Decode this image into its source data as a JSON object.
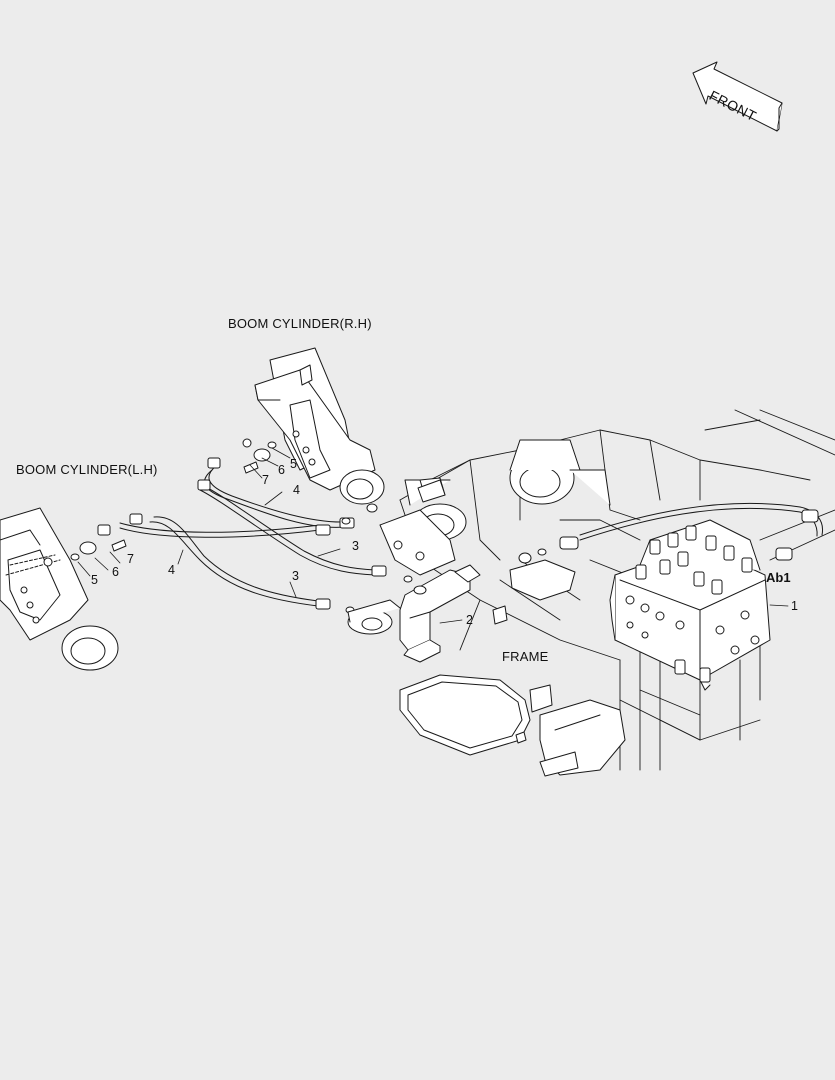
{
  "labels": {
    "front": "FRONT",
    "boom_cylinder_rh": "BOOM CYLINDER(R.H)",
    "boom_cylinder_lh": "BOOM CYLINDER(L.H)",
    "frame": "FRAME",
    "port_ab1": "Ab1"
  },
  "callouts": {
    "c1": "1",
    "c2": "2",
    "c3a": "3",
    "c3b": "3",
    "c4a": "4",
    "c4b": "4",
    "c5a": "5",
    "c5b": "5",
    "c6a": "6",
    "c6b": "6",
    "c7a": "7",
    "c7b": "7"
  },
  "colors": {
    "background": "#ececec",
    "line": "#1a1a1a",
    "fill": "#ffffff"
  }
}
